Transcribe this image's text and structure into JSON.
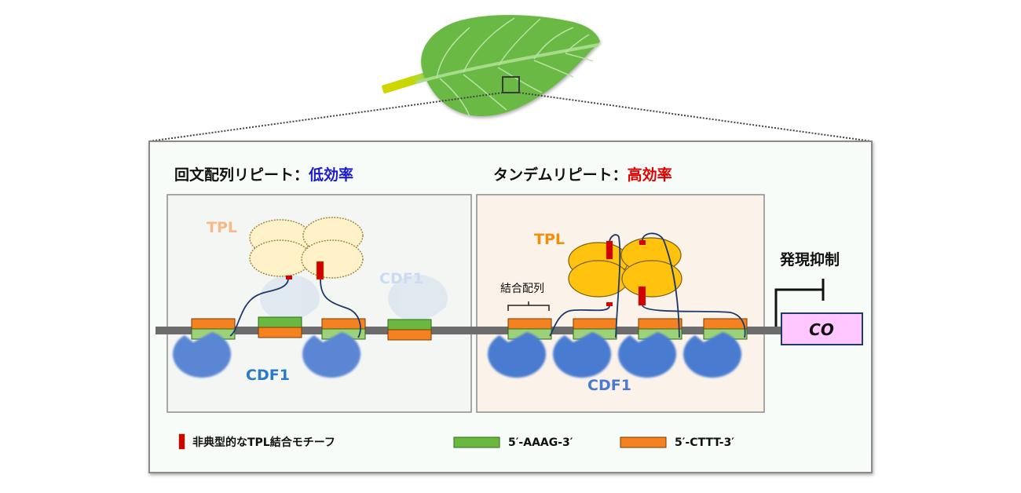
{
  "figure": {
    "leaf": {
      "name": "leaf",
      "zoom_box": "magnified-region"
    },
    "left_panel": {
      "title_main": "回文配列リピート：",
      "title_effect": "低効率",
      "tpl_label": "TPL",
      "cdf1_label_bound": "CDF1",
      "cdf1_label_unbound": "CDF1"
    },
    "right_panel": {
      "title_main": "タンデムリピート：",
      "title_effect": "高効率",
      "tpl_label": "TPL",
      "binding_seq_label": "結合配列",
      "cdf1_label": "CDF1"
    },
    "gene": {
      "repression_label": "発現抑制",
      "gene_name": "CO"
    },
    "legend": [
      {
        "icon": "red-bar",
        "label": "非典型的なTPL結合モチーフ"
      },
      {
        "icon": "green-box",
        "label": "5′-AAAG-3′"
      },
      {
        "icon": "orange-box",
        "label": "5′-CTTT-3′"
      }
    ],
    "colors": {
      "low_efficiency": "#1a1acc",
      "high_efficiency": "#dd0000",
      "tpl_faded": "#f7b98a",
      "tpl_strong": "#f0900a",
      "cdf1_blue": "#4a7bd0",
      "cdf1_text_left": "#2a7ac8",
      "cdf1_faded": "#c9dcf2",
      "green_motif": "#6ab840",
      "orange_motif": "#f58220",
      "red_motif": "#d40000",
      "tpl_yellow": "#ffc20e",
      "tpl_yellow_faded": "#fff1c8",
      "co_fill": "#ffc6ff",
      "leaf_green": "#6ab944"
    }
  }
}
